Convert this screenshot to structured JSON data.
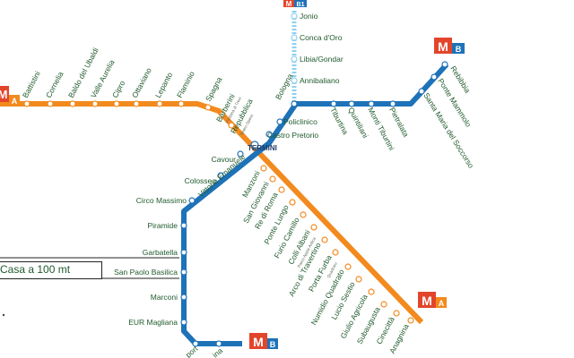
{
  "lines": {
    "a": {
      "badge_letter": "A",
      "metro_letter": "M",
      "color": "#f28a1e"
    },
    "b": {
      "badge_letter": "B",
      "metro_letter": "M",
      "color": "#1e72b8"
    },
    "b1": {
      "badge_letter": "B1",
      "metro_letter": "M",
      "color": "#8fd0f2"
    }
  },
  "colors": {
    "line_a": "#f28a1e",
    "line_b": "#1e72b8",
    "branch_b1": "#8fd0f2",
    "badge_red": "#e2452b",
    "label_green": "#1f5a2c"
  },
  "stations": {
    "a": [
      "Battistini",
      "Cornelia",
      "Baldo del Ubaldi",
      "Valle Aurelia",
      "Cipro",
      "Ottaviano",
      "Lepanto",
      "Flaminio",
      "Spagna",
      "Barberini",
      "Repubblica",
      "Manzoni",
      "San Giovanni",
      "Re di Roma",
      "Ponte Lungo",
      "Furio Camillo",
      "Colli Albani",
      "Arco di Travertino",
      "Porta Furba",
      "Numidio Quadrato",
      "Lucio Sestio",
      "Giulio Agricola",
      "Subaugusta",
      "Cinecittà",
      "Anagnina"
    ],
    "b": [
      "Policlinico",
      "Castro Pretorio",
      "Cavour",
      "Colosseo",
      "Circo Massimo",
      "Piramide",
      "Garbatella",
      "San Paolo Basilica",
      "Marconi",
      "EUR Magliana",
      "Tiburtina",
      "Quintiliani",
      "Monti Tiburtini",
      "Pietralata",
      "Santa Maria del Soccorso",
      "Ponte Mammolo",
      "Rebibbia",
      "Bologna",
      "Vittorio Emanuele"
    ],
    "b1": [
      "Jonio",
      "Conca d'Oro",
      "Libia/Gondar",
      "Annibaliano"
    ],
    "termini": "TERMINI"
  },
  "sublabels": {
    "barberini": "Fontana di Trevi",
    "repubblica": "Teatro Opera",
    "colli_albani": "Parco Appia Antica",
    "porta_furba": "Quadraro"
  },
  "partial_labels": {
    "b_bottom_1": "port",
    "b_bottom_2": "ina"
  },
  "callout": {
    "text": "Casa a 100 mt"
  }
}
